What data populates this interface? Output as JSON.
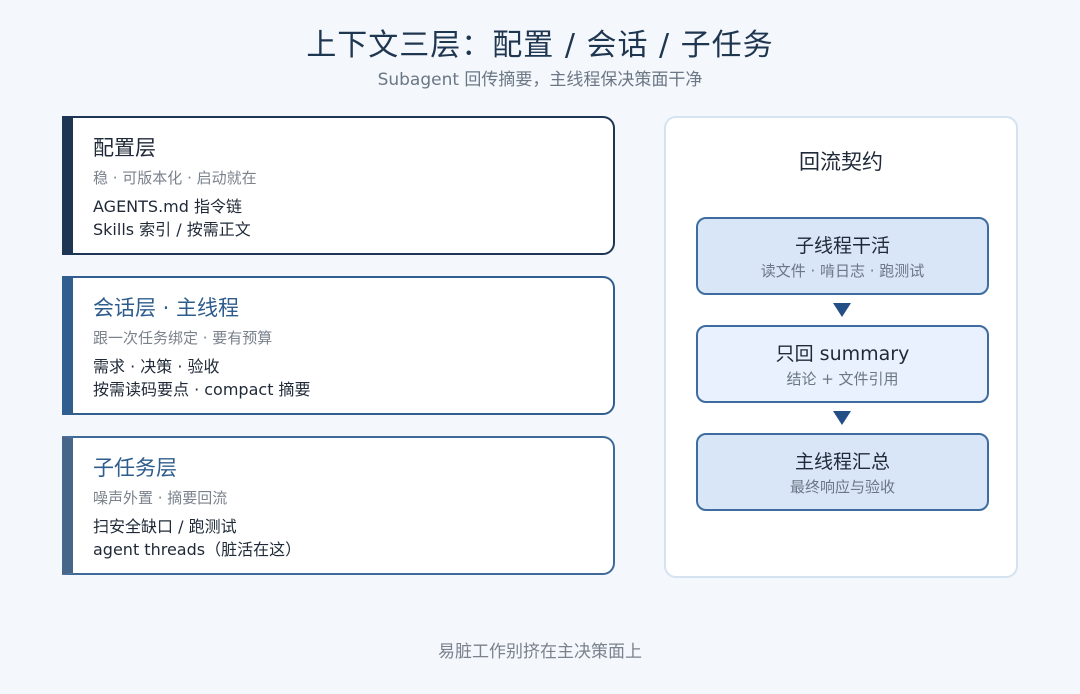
{
  "title": "上下文三层：配置 / 会话 / 子任务",
  "subtitle": "Subagent 回传摘要，主线程保决策面干净",
  "layers": [
    {
      "title": "配置层",
      "tags": "稳 ·  可版本化 ·  启动就在",
      "lines": [
        "AGENTS.md 指令链",
        "Skills 索引 / 按需正文"
      ]
    },
    {
      "title": "会话层 ·  主线程",
      "tags": "跟一次任务绑定 ·  要有预算",
      "lines": [
        "需求 ·  决策 ·  验收",
        "按需读码要点 ·  compact 摘要"
      ]
    },
    {
      "title": "子任务层",
      "tags": "噪声外置 ·  摘要回流",
      "lines": [
        "扫安全缺口 / 跑测试",
        "agent threads（脏活在这）"
      ]
    }
  ],
  "contract": {
    "title": "回流契约",
    "steps": [
      {
        "title": "子线程干活",
        "desc": "读文件 ·  啃日志 ·  跑测试"
      },
      {
        "title": "只回 summary",
        "desc": "结论 + 文件引用"
      },
      {
        "title": "主线程汇总",
        "desc": "最终响应与验收"
      }
    ]
  },
  "footer": "易脏工作别挤在主决策面上",
  "colors": {
    "config_accent": "#1f3554",
    "session_accent": "#2f5e8f",
    "subtask_accent": "#47678a",
    "arrow": "#234e86"
  }
}
